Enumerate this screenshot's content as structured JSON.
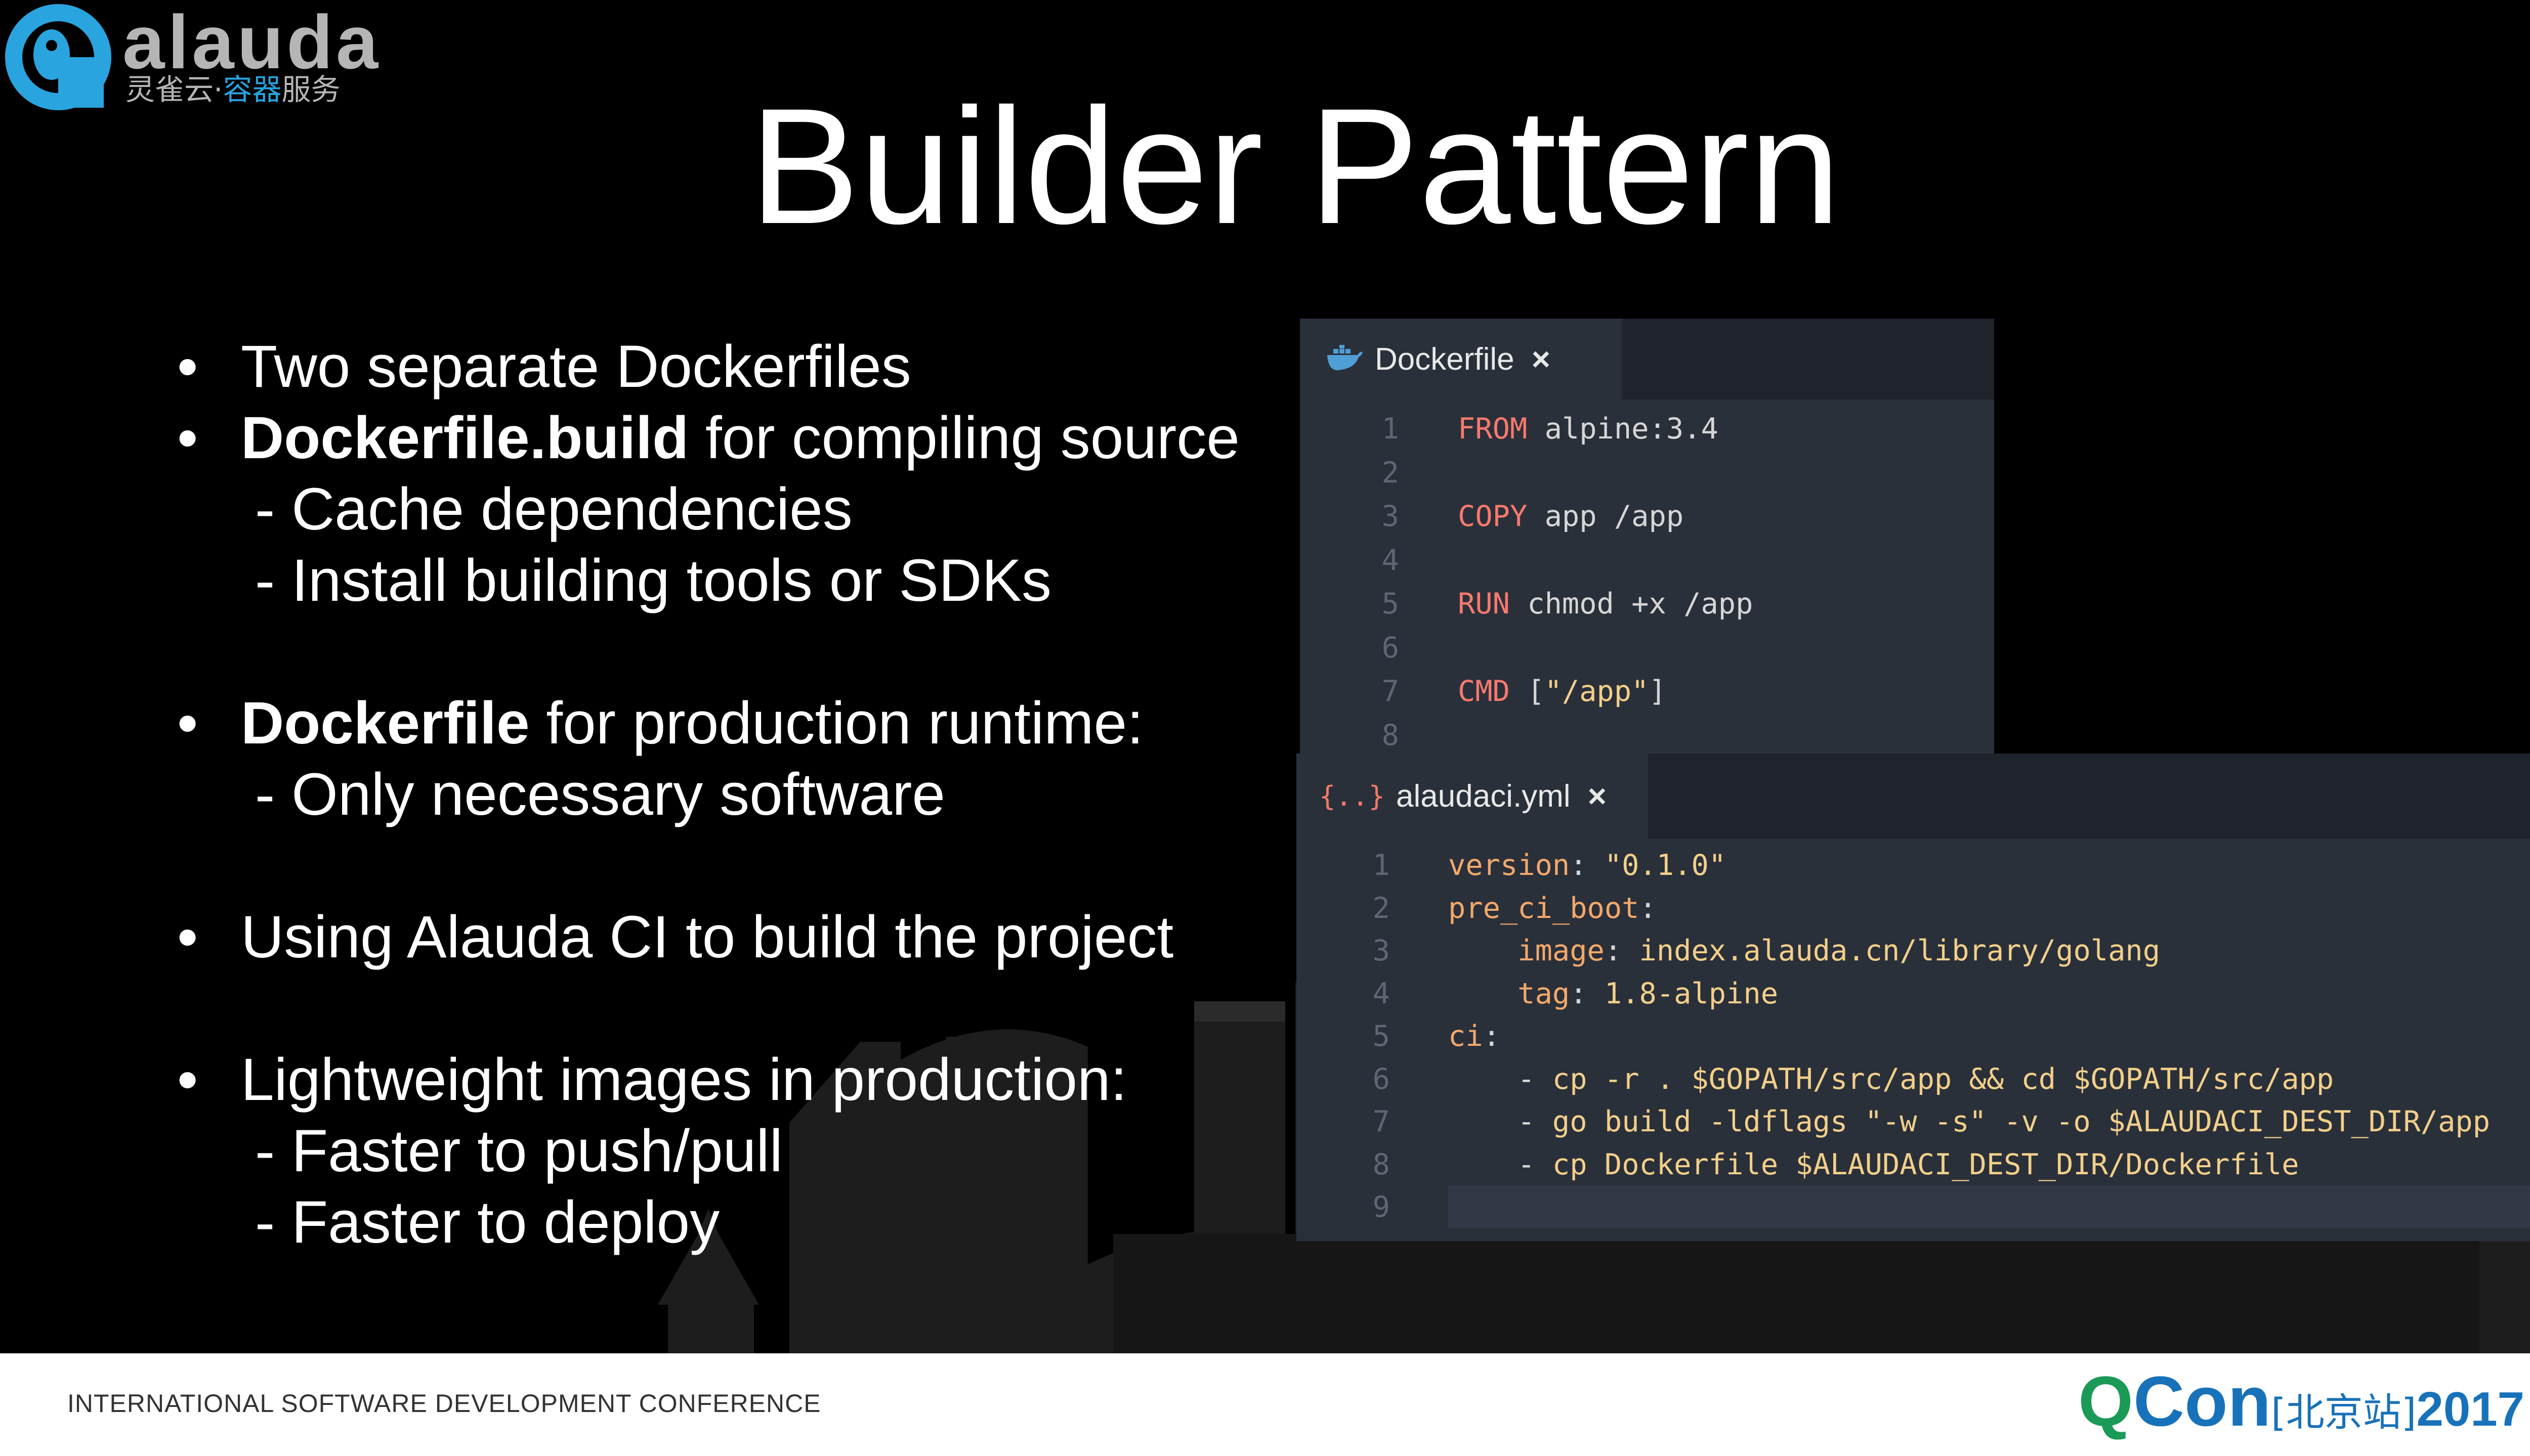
{
  "logo": {
    "name": "alauda",
    "subtitle_plain": "灵雀云·",
    "subtitle_highlight": "容器",
    "subtitle_tail": "服务",
    "colors": {
      "brand_blue": "#29a4df",
      "grey": "#b5b5b5"
    }
  },
  "slide": {
    "title": "Builder Pattern",
    "bullet_glyph": "•",
    "bullets": [
      {
        "text": "Two separate Dockerfiles"
      },
      {
        "bold": "Dockerfile.build",
        "text": " for compiling source",
        "subs": [
          "- Cache dependencies",
          "- Install building tools or SDKs"
        ]
      },
      {
        "bold": "Dockerfile",
        "text": " for production runtime:",
        "subs": [
          "- Only necessary software"
        ]
      },
      {
        "text": "Using Alauda CI to build the project"
      },
      {
        "text": "Lightweight images in production:",
        "subs": [
          "- Faster to push/pull",
          "- Faster to deploy"
        ]
      }
    ]
  },
  "dockerfile_panel": {
    "tab_icon": "docker-whale-icon",
    "tab_label": "Dockerfile",
    "close_glyph": "×",
    "lines": [
      {
        "n": "1",
        "kw": "FROM",
        "rest": " alpine:3.4"
      },
      {
        "n": "2",
        "kw": "",
        "rest": ""
      },
      {
        "n": "3",
        "kw": "COPY",
        "rest": " app /app"
      },
      {
        "n": "4",
        "kw": "",
        "rest": ""
      },
      {
        "n": "5",
        "kw": "RUN",
        "rest": " chmod +x /app"
      },
      {
        "n": "6",
        "kw": "",
        "rest": ""
      },
      {
        "n": "7",
        "kw": "CMD",
        "rest": " [",
        "str": "\"/app\"",
        "tail": "]"
      },
      {
        "n": "8",
        "kw": "",
        "rest": ""
      }
    ]
  },
  "yaml_panel": {
    "tab_icon": "curly-braces-icon",
    "tab_glyph": "{..}",
    "tab_label": "alaudaci.yml",
    "close_glyph": "×",
    "lines": [
      {
        "n": "1",
        "indent": "",
        "key": "version",
        "sep": ": ",
        "val": "\"0.1.0\""
      },
      {
        "n": "2",
        "indent": "",
        "key": "pre_ci_boot",
        "sep": ":",
        "val": ""
      },
      {
        "n": "3",
        "indent": "    ",
        "key": "image",
        "sep": ": ",
        "val": "index.alauda.cn/library/golang"
      },
      {
        "n": "4",
        "indent": "    ",
        "key": "tag",
        "sep": ": ",
        "val": "1.8-alpine"
      },
      {
        "n": "5",
        "indent": "",
        "key": "ci",
        "sep": ":",
        "val": ""
      },
      {
        "n": "6",
        "indent": "    ",
        "key": "",
        "sep": "- ",
        "val": "cp -r . $GOPATH/src/app && cd $GOPATH/src/app"
      },
      {
        "n": "7",
        "indent": "    ",
        "key": "",
        "sep": "- ",
        "val": "go build -ldflags \"-w -s\" -v -o $ALAUDACI_DEST_DIR/app"
      },
      {
        "n": "8",
        "indent": "    ",
        "key": "",
        "sep": "- ",
        "val": "cp Dockerfile $ALAUDACI_DEST_DIR/Dockerfile"
      },
      {
        "n": "9",
        "indent": "",
        "key": "",
        "sep": "",
        "val": ""
      }
    ]
  },
  "footer": {
    "conference": "INTERNATIONAL SOFTWARE DEVELOPMENT CONFERENCE",
    "qcon_q": "Q",
    "qcon_con": "Con",
    "qcon_city": "[北京站]",
    "qcon_year": "2017",
    "colors": {
      "green": "#1b9a57",
      "blue": "#1872b9"
    }
  }
}
